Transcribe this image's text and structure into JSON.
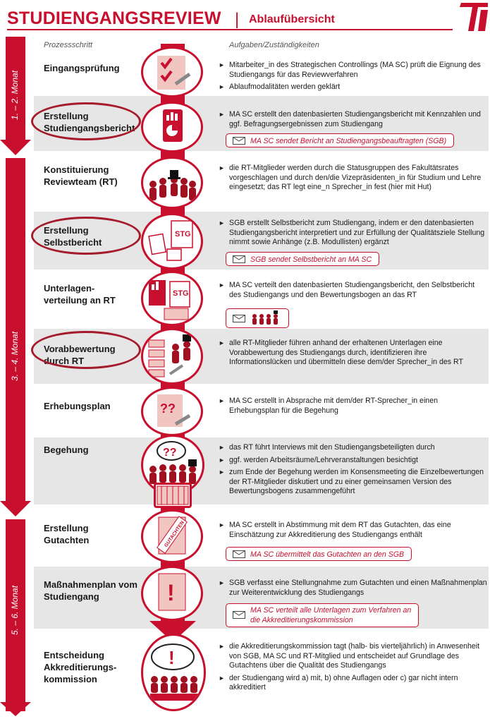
{
  "header": {
    "title": "STUDIENGANGSREVIEW",
    "separator": "|",
    "subtitle": "Ablaufübersicht"
  },
  "columns": {
    "process": "Prozessschritt",
    "tasks": "Aufgaben/Zuständigkeiten"
  },
  "phases": [
    {
      "label": "1. – 2. Monat"
    },
    {
      "label": "3. – 4. Monat"
    },
    {
      "label": "5. – 6. Monat"
    }
  ],
  "steps": [
    {
      "title": "Eingangsprüfung",
      "tasks": [
        "Mitarbeiter_in des Strategischen Controllings (MA SC) prüft die Eignung des Studiengangs für das Reviewverfahren",
        "Ablaufmodalitäten werden geklärt"
      ]
    },
    {
      "title": "Erstellung Studiengangsbericht",
      "tasks": [
        "MA SC erstellt den datenbasierten Studiengangsbericht mit Kennzahlen und ggf. Befragungsergebnissen zum Studiengang"
      ],
      "message": "MA SC sendet Bericht an Studiengangsbeauftragten (SGB)"
    },
    {
      "title": "Konstituierung Reviewteam (RT)",
      "tasks": [
        "die RT-Mitglieder werden durch die Statusgruppen des Fakultätsrates vorgeschlagen und durch den/die Vizepräsidenten_in für Studium und Lehre eingesetzt; das RT legt eine_n Sprecher_in fest (hier mit Hut)"
      ]
    },
    {
      "title": "Erstellung Selbstbericht",
      "tasks": [
        "SGB erstellt Selbstbericht zum Studiengang, indem er den datenbasierten Studiengangsbericht interpretiert und zur Erfüllung der Qualitätsziele Stellung nimmt sowie Anhänge (z.B. Modullisten) ergänzt"
      ],
      "message": "SGB sendet Selbstbericht an MA SC"
    },
    {
      "title": "Unterlagen-verteilung an RT",
      "tasks": [
        "MA SC verteilt den datenbasierten Studiengangsbericht, den Selbstbericht des Studiengangs und den Bewertungsbogen an das RT"
      ]
    },
    {
      "title": "Vorabbewertung durch RT",
      "tasks": [
        "alle RT-Mitglieder führen anhand der erhaltenen Unterlagen eine Vorabbewertung des Studiengangs durch, identifizieren ihre Informationslücken und übermitteln diese dem/der Sprecher_in des RT"
      ]
    },
    {
      "title": "Erhebungsplan",
      "tasks": [
        "MA SC erstellt in Absprache mit dem/der RT-Sprecher_in einen Erhebungsplan für die Begehung"
      ]
    },
    {
      "title": "Begehung",
      "tasks": [
        "das RT führt Interviews mit den Studiengangsbeteiligten durch",
        "ggf. werden Arbeitsräume/Lehrveranstaltungen besichtigt",
        "zum Ende der Begehung werden im Konsensmeeting die Einzelbewertungen der RT-Mitglieder diskutiert und zu einer gemeinsamen Version des Bewertungsbogens zusammengeführt"
      ]
    },
    {
      "title": "Erstellung Gutachten",
      "tasks": [
        "MA SC erstellt in Abstimmung mit dem RT das Gutachten, das eine Einschätzung zur Akkreditierung des Studiengangs enthält"
      ],
      "message": "MA SC übermittelt das Gutachten an den SGB"
    },
    {
      "title": "Maßnahmenplan vom Studiengang",
      "tasks": [
        "SGB verfasst eine Stellungnahme zum Gutachten und einen Maßnahmenplan zur Weiterentwicklung des Studiengangs"
      ],
      "message_lines": [
        "MA SC verteilt alle Unterlagen zum Verfahren an",
        "die Akkreditierungskommission"
      ]
    },
    {
      "title": "Entscheidung Akkreditierungs-kommission",
      "tasks": [
        "die Akkreditierungskommission tagt (halb- bis vierteljährlich) in Anwesenheit von SGB, MA SC und RT-Mitglied und entscheidet auf Grundlage des Gutachtens über die Qualität des Studiengangs",
        "der Studiengang wird a) mit, b) ohne Auflagen oder c) gar nicht intern akkreditiert"
      ]
    }
  ],
  "icons": {
    "stg_label": "STG",
    "gutachten_label": "GUTACHTEN",
    "question_marks": "??",
    "exclamation": "!"
  },
  "colors": {
    "accent": "#c8102e",
    "band": "#e6e6e6"
  }
}
